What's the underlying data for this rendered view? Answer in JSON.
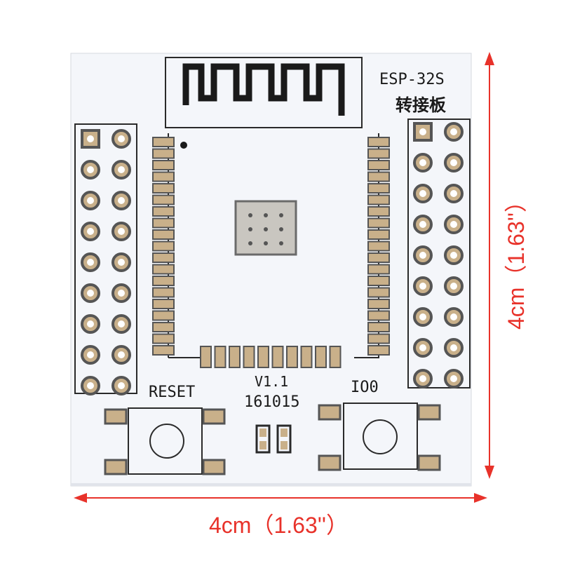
{
  "board": {
    "label_model": "ESP-32S",
    "label_subtitle": "转接板",
    "label_reset": "RESET",
    "label_io0": "IO0",
    "label_version": "V1.1",
    "label_date": "161015"
  },
  "dimensions": {
    "width_label": "4cm（1.63''）",
    "height_label": "4cm（1.63''）"
  },
  "colors": {
    "board": "#f4f6fa",
    "silkscreen": "#1a1a1a",
    "pad_gold": "#c9b08a",
    "dimension_red": "#e8322a"
  }
}
